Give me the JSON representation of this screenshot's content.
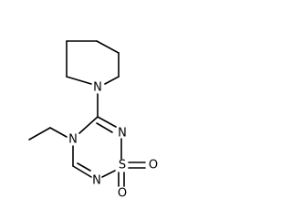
{
  "molecule": {
    "atoms": {
      "n_piperidine": "N",
      "n_ring_left": "N",
      "n_ring_right": "N",
      "n_ring_bottom": "N",
      "sulfur": "S",
      "oxygen_right": "O",
      "oxygen_bottom": "O"
    }
  }
}
